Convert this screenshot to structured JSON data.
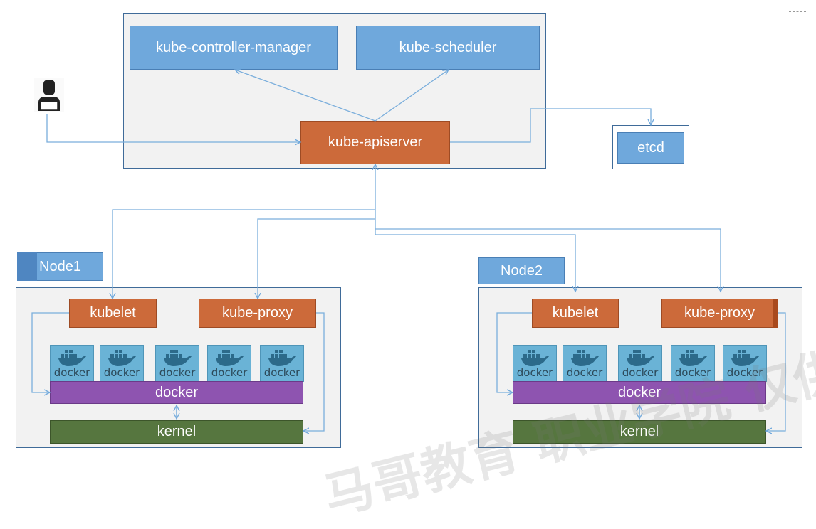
{
  "master": {
    "controller_manager": "kube-controller-manager",
    "scheduler": "kube-scheduler",
    "apiserver": "kube-apiserver"
  },
  "etcd": "etcd",
  "nodes": [
    {
      "label": "Node1",
      "kubelet": "kubelet",
      "kube_proxy": "kube-proxy",
      "docker_bar": "docker",
      "kernel_bar": "kernel",
      "containers": [
        "docker",
        "docker",
        "docker",
        "docker",
        "docker"
      ]
    },
    {
      "label": "Node2",
      "kubelet": "kubelet",
      "kube_proxy": "kube-proxy",
      "docker_bar": "docker",
      "kernel_bar": "kernel",
      "containers": [
        "docker",
        "docker",
        "docker",
        "docker",
        "docker"
      ]
    }
  ],
  "icons": {
    "user": "user-with-laptop-icon",
    "container": "docker-whale-icon"
  },
  "colors": {
    "blue": "#6fa8dc",
    "orange": "#cc6a3a",
    "purple": "#8e54b0",
    "green": "#56763f",
    "border": "#3f6b99",
    "line": "#6fa8dc"
  },
  "watermark": "马哥教育 职业学院 仅供学习使用"
}
